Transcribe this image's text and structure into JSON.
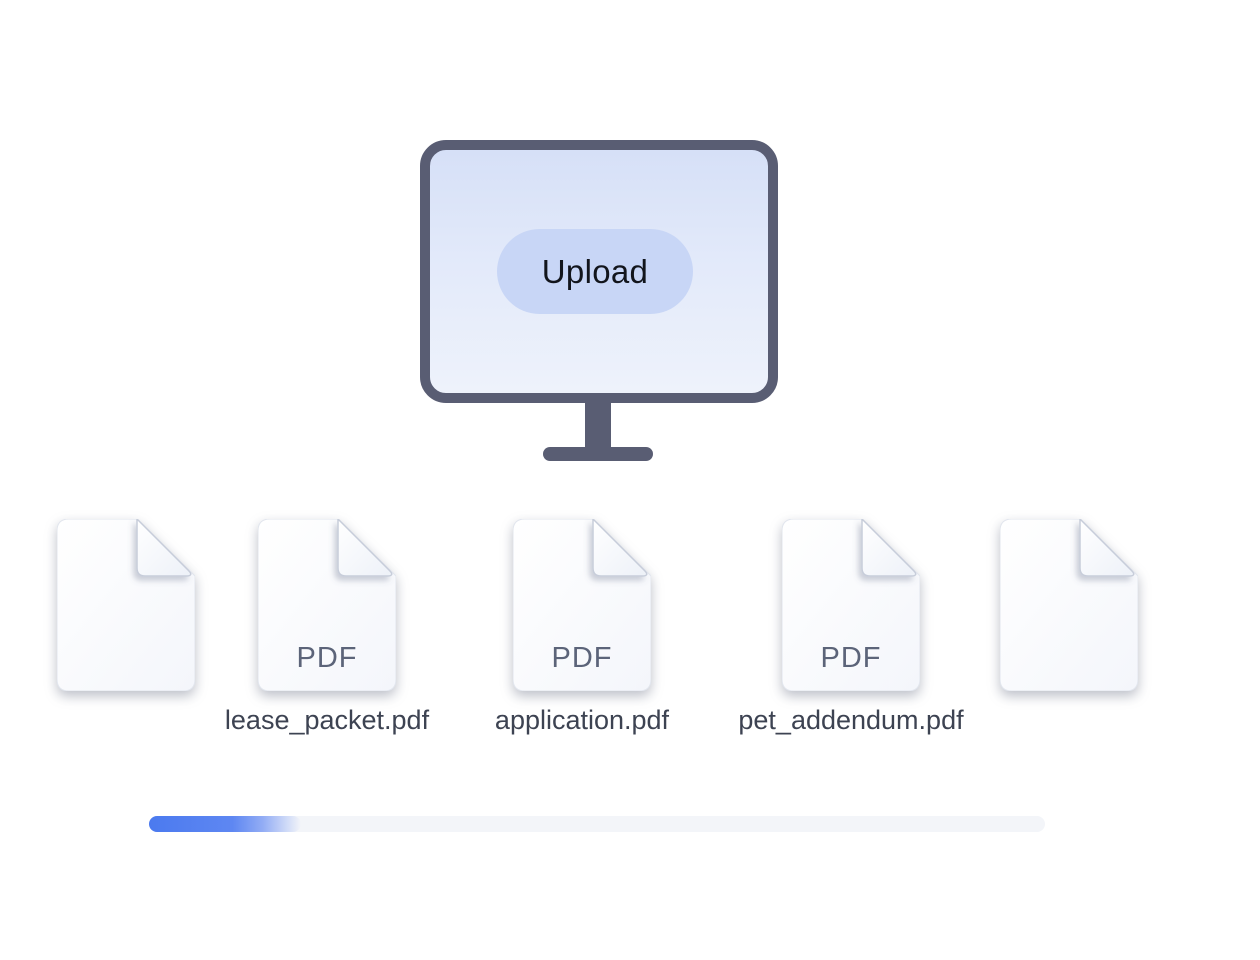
{
  "monitor": {
    "button_label": "Upload",
    "frame_color": "#595d73",
    "screen_gradient_top": "#d6e0f7",
    "screen_gradient_bottom": "#eef2fb",
    "button_bg": "#c8d6f6"
  },
  "files": [
    {
      "badge": "",
      "name": ""
    },
    {
      "badge": "PDF",
      "name": "lease_packet.pdf"
    },
    {
      "badge": "PDF",
      "name": "application.pdf"
    },
    {
      "badge": "PDF",
      "name": "pet_addendum.pdf"
    },
    {
      "badge": "",
      "name": ""
    }
  ],
  "progress": {
    "fill_percent": 17,
    "fill_color": "#4b7aef",
    "track_color": "#f3f5f9"
  }
}
